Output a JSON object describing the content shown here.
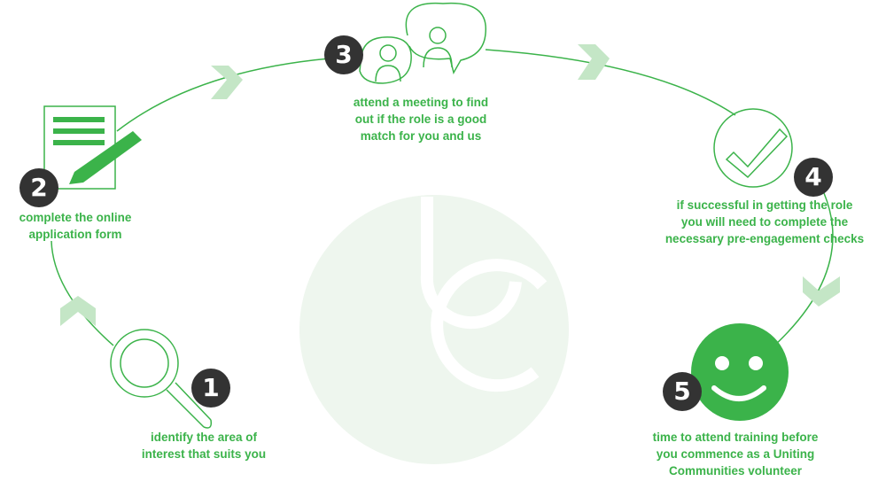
{
  "colors": {
    "accent": "#3bb34a",
    "accent_light": "#c4e6c6",
    "watermark": "#eef6ee",
    "number_badge": "#333333"
  },
  "steps": [
    {
      "number": "1",
      "text_lines": [
        "identify the area of",
        "interest that suits you"
      ],
      "icon": "magnifier-icon"
    },
    {
      "number": "2",
      "text_lines": [
        "complete the online",
        "application form"
      ],
      "icon": "application-form-icon"
    },
    {
      "number": "3",
      "text_lines": [
        "attend a meeting to find",
        "out if the role is a good",
        "match for you and us"
      ],
      "icon": "meeting-people-icon"
    },
    {
      "number": "4",
      "text_lines": [
        "if successful in getting the role",
        "you will need to complete the",
        "necessary pre-engagement checks"
      ],
      "icon": "checkmark-icon"
    },
    {
      "number": "5",
      "text_lines": [
        "time to attend training before",
        "you commence as a Uniting",
        "Communities volunteer"
      ],
      "icon": "smiley-face-icon"
    }
  ],
  "watermark_icon": "uniting-communities-logo-icon",
  "arrow_icon": "chevron-arrow-icon"
}
